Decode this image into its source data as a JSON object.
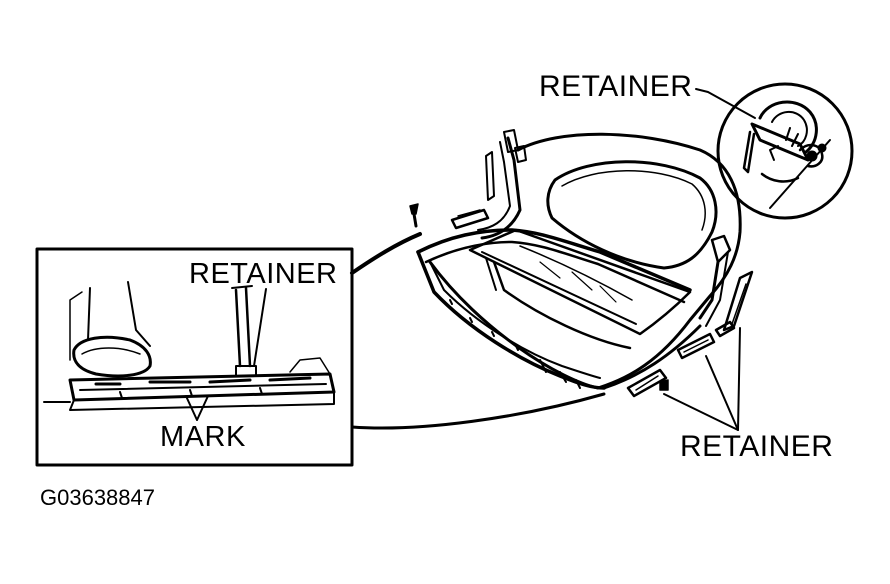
{
  "labels": {
    "retainer_top": "RETAINER",
    "retainer_inset": "RETAINER",
    "mark": "MARK",
    "retainer_right": "RETAINER",
    "figure_code": "G03638847"
  },
  "colors": {
    "ink": "#000000",
    "paper": "#ffffff"
  }
}
